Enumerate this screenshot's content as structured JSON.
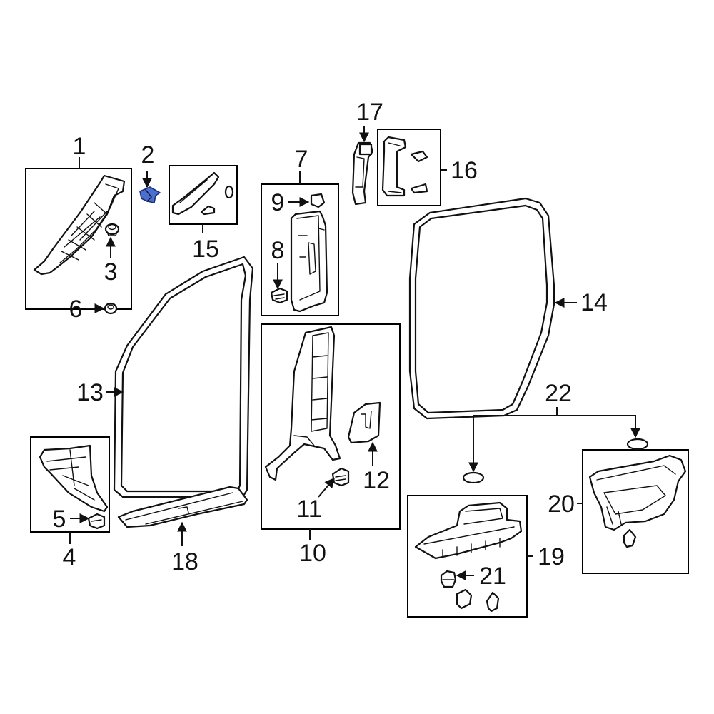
{
  "highlight_color": "#4a6fd1",
  "callouts": [
    {
      "id": "c1",
      "text": "1"
    },
    {
      "id": "c2",
      "text": "2"
    },
    {
      "id": "c3",
      "text": "3"
    },
    {
      "id": "c4",
      "text": "4"
    },
    {
      "id": "c5",
      "text": "5"
    },
    {
      "id": "c6",
      "text": "6"
    },
    {
      "id": "c7",
      "text": "7"
    },
    {
      "id": "c8",
      "text": "8"
    },
    {
      "id": "c9",
      "text": "9"
    },
    {
      "id": "c10",
      "text": "10"
    },
    {
      "id": "c11",
      "text": "11"
    },
    {
      "id": "c12",
      "text": "12"
    },
    {
      "id": "c13",
      "text": "13"
    },
    {
      "id": "c14",
      "text": "14"
    },
    {
      "id": "c15",
      "text": "15"
    },
    {
      "id": "c16",
      "text": "16"
    },
    {
      "id": "c17",
      "text": "17"
    },
    {
      "id": "c18",
      "text": "18"
    },
    {
      "id": "c19",
      "text": "19"
    },
    {
      "id": "c20",
      "text": "20"
    },
    {
      "id": "c21",
      "text": "21"
    },
    {
      "id": "c22",
      "text": "22"
    }
  ]
}
